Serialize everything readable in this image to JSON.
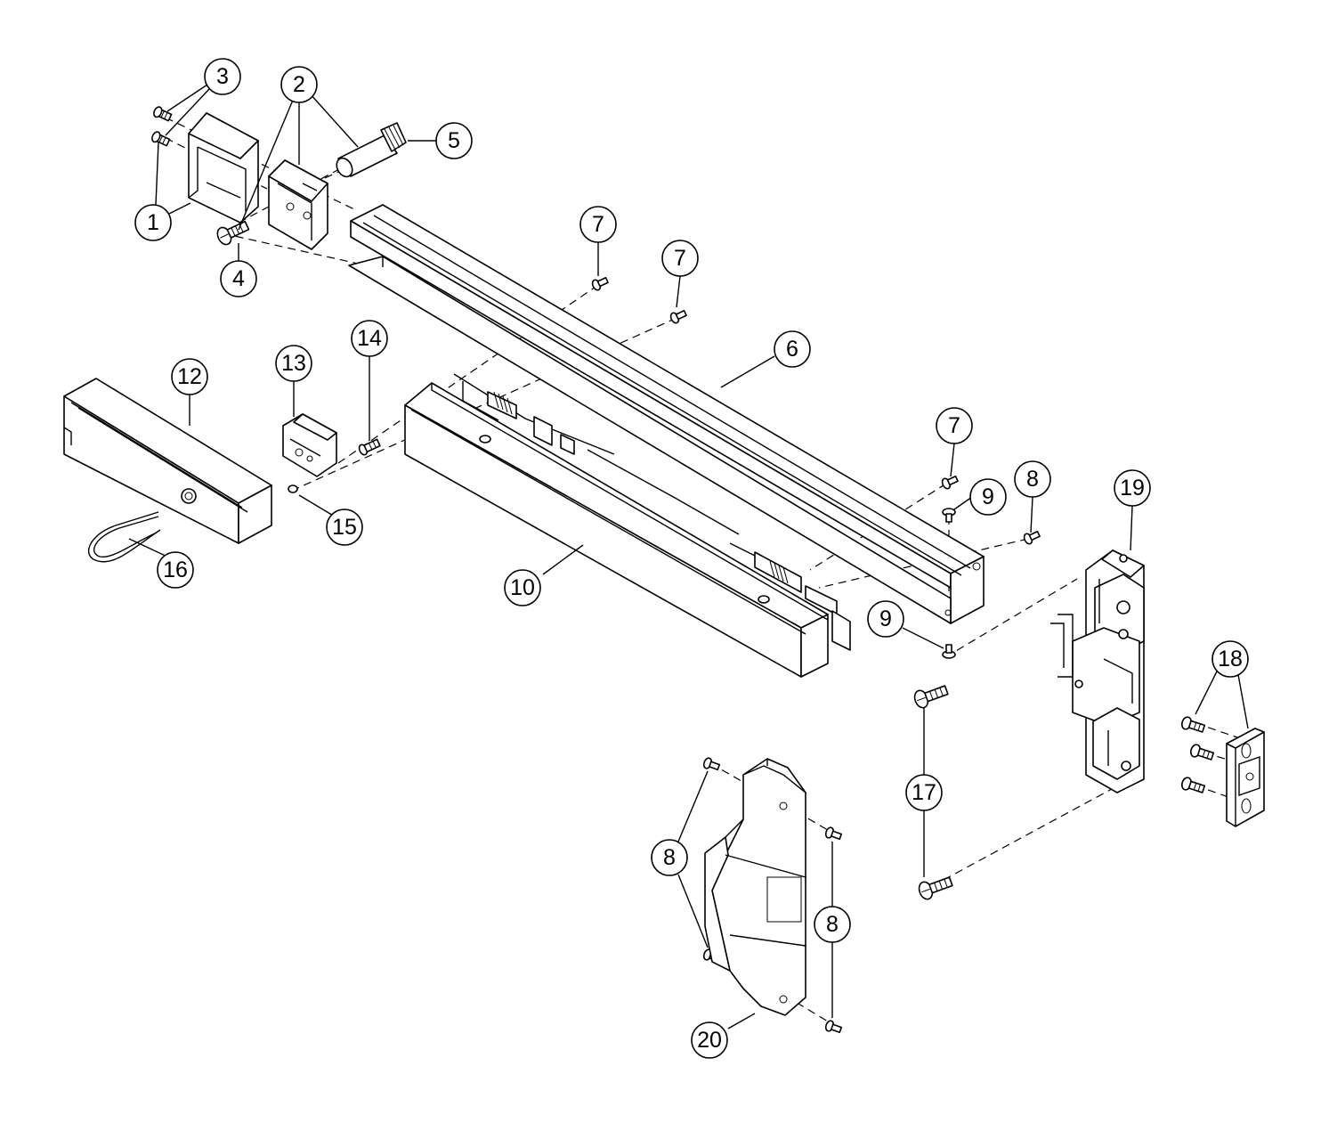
{
  "callouts": {
    "c1": "1",
    "c2": "2",
    "c3": "3",
    "c4": "4",
    "c5": "5",
    "c6": "6",
    "c7a": "7",
    "c7b": "7",
    "c7c": "7",
    "c8a": "8",
    "c8b": "8",
    "c8c": "8",
    "c9a": "9",
    "c9b": "9",
    "c10": "10",
    "c12": "12",
    "c13": "13",
    "c14": "14",
    "c15": "15",
    "c16": "16",
    "c17": "17",
    "c18": "18",
    "c19": "19",
    "c20": "20"
  },
  "colors": {
    "line": "#000000",
    "background": "#ffffff"
  }
}
